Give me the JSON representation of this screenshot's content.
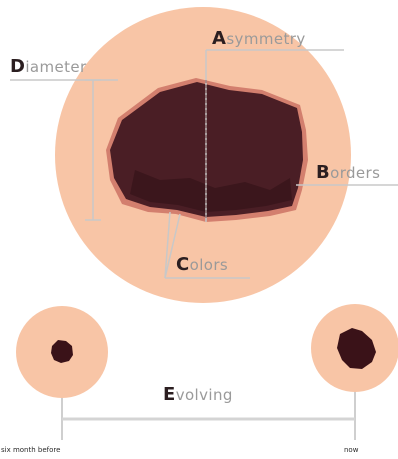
{
  "labels": {
    "asymmetry": {
      "initial": "A",
      "rest": "symmetry"
    },
    "diameter": {
      "initial": "D",
      "rest": "iameter"
    },
    "borders": {
      "initial": "B",
      "rest": "orders"
    },
    "colors": {
      "initial": "C",
      "rest": "olors"
    },
    "evolving": {
      "initial": "E",
      "rest": "volving"
    }
  },
  "timeline": {
    "before": "six month before",
    "now": "now"
  },
  "colors": {
    "skin": "#f8c5a6",
    "mole": "#4a1e25",
    "mole_dark": "#2a0d12",
    "line": "#c8c8c8",
    "initial": "#2b1e20",
    "text": "#9a9a9a"
  }
}
